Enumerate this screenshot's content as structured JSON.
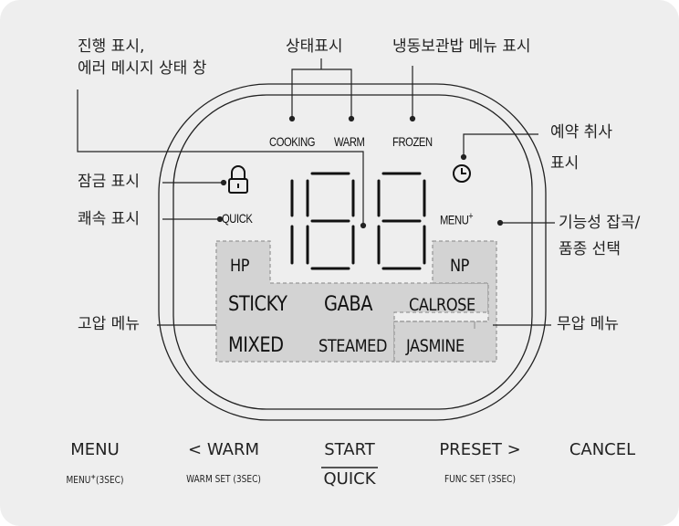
{
  "labels": {
    "progress_1": "진행 표시,",
    "progress_2": "에러 메시지 상태 창",
    "status": "상태표시",
    "frozen_menu": "냉동보관밥 메뉴 표시",
    "cancel_reservation_1": "예약 취사",
    "cancel_reservation_2": "표시",
    "lock": "잠금 표시",
    "quick": "쾌속 표시",
    "function_1": "기능성 잡곡/",
    "function_2": "품종 선택",
    "high_pressure": "고압 메뉴",
    "no_pressure": "무압 메뉴"
  },
  "lcd": {
    "cooking": "COOKING",
    "warm": "WARM",
    "frozen": "FROZEN",
    "quick": "QUICK",
    "menu_plus": "MENU",
    "plus": "+",
    "hp": "HP",
    "np": "NP",
    "sticky": "STICKY",
    "gaba": "GABA",
    "calrose": "CALROSE",
    "mixed": "MIXED",
    "steamed": "STEAMED",
    "jasmine": "JASMINE"
  },
  "buttons": {
    "menu": "MENU",
    "menu_sub_prefix": "MENU",
    "menu_sub_suffix": "(3SEC)",
    "warm": "< WARM",
    "warm_sub": "WARM SET (3SEC)",
    "start": "START",
    "quick": "QUICK",
    "preset": "PRESET >",
    "preset_sub": "FUNC SET (3SEC)",
    "cancel": "CANCEL"
  },
  "colors": {
    "panel_bg": "#eeeeee",
    "menu_region": "#d3d3d3",
    "line": "#222222"
  }
}
